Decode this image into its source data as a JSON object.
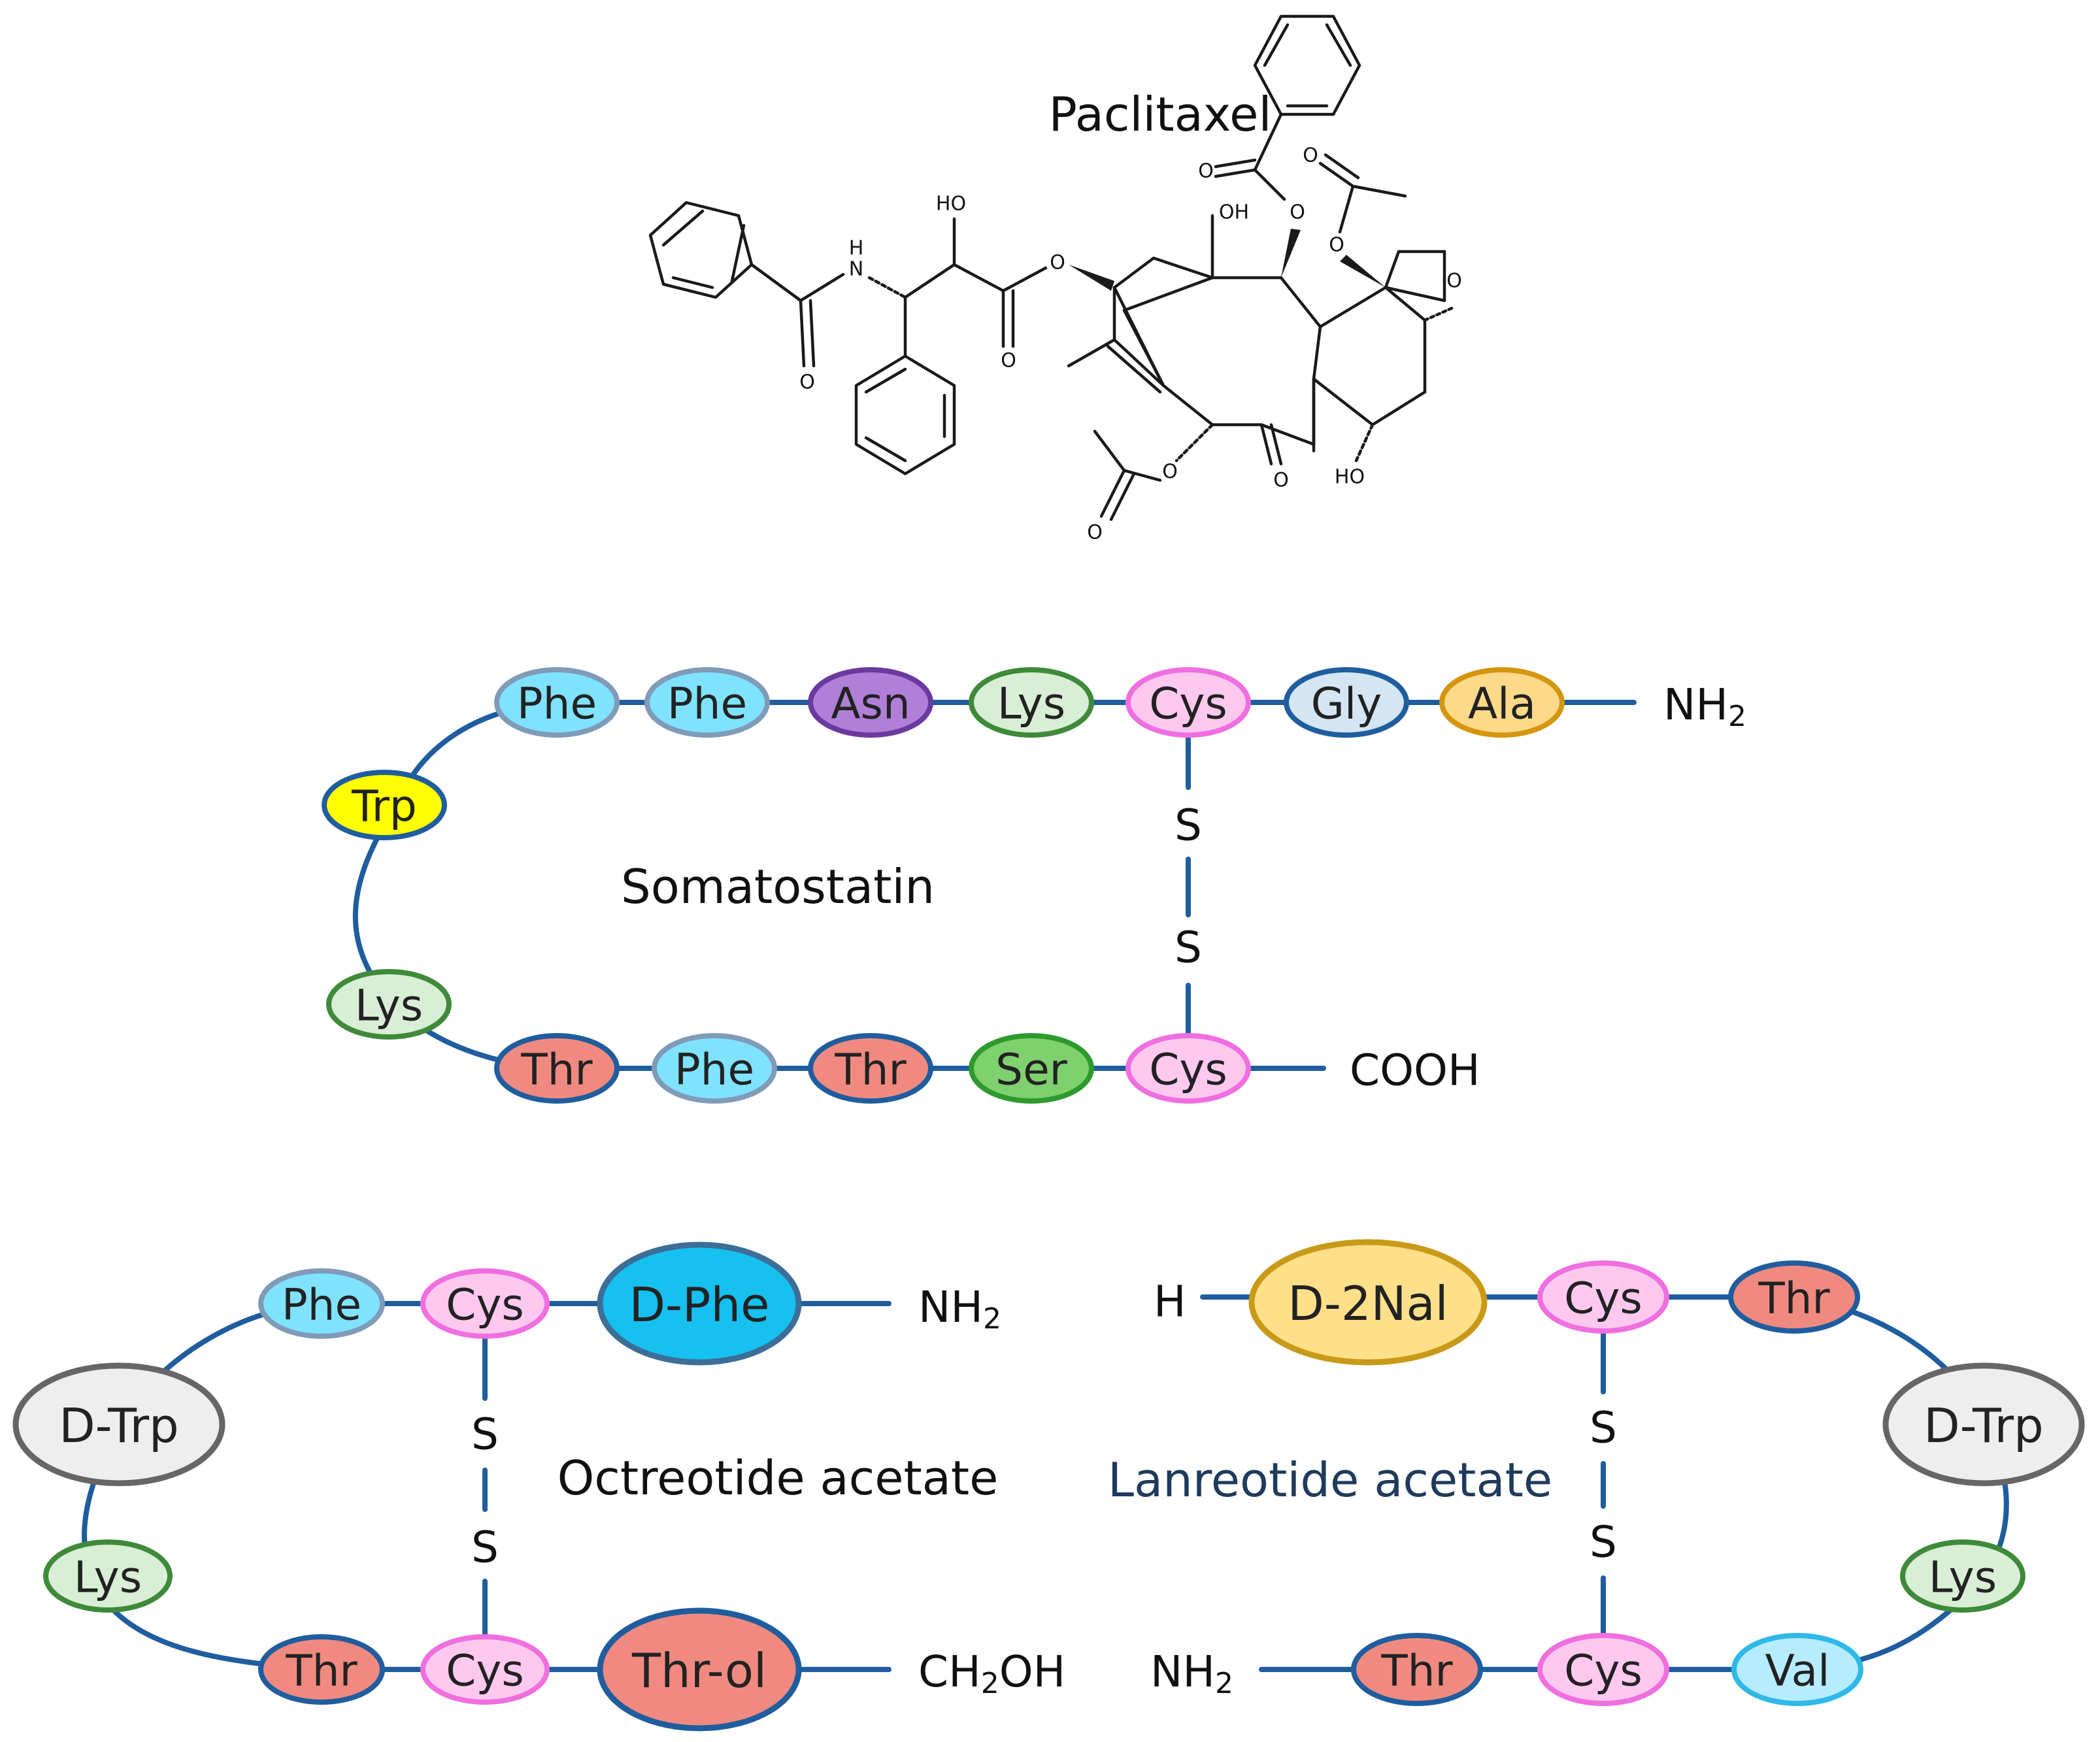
{
  "paclitaxel": {
    "title": "Paclitaxel",
    "atom_labels": {
      "ho_side": "HO",
      "nh": "N",
      "nh_h": "H",
      "oh_top": "OH",
      "ho_bottom": "HO",
      "o_side_ester": "O",
      "o_side_carbonyl": "O",
      "o_amide": "O",
      "o_core_ester": "O",
      "o_benzoate": "O",
      "o_benzoate_carbonyl": "O",
      "o_acetate_top": "O",
      "o_acetate_top_carbonyl": "O",
      "o_oxetane": "O",
      "o_ketone": "O",
      "o_acetate_bottom": "O",
      "o_acetate_bottom_carbonyl": "O"
    }
  },
  "colors": {
    "bond": "#1f5d9e",
    "Phe": {
      "fill": "#7fe3ff",
      "stroke": "#7f9bb8"
    },
    "Asn": {
      "fill": "#b07fd8",
      "stroke": "#6b3aa0"
    },
    "Lys": {
      "fill": "#d8eed5",
      "stroke": "#3f8a3a"
    },
    "Cys": {
      "fill": "#ffc9ef",
      "stroke": "#f06fe0"
    },
    "Gly": {
      "fill": "#d4e6f4",
      "stroke": "#1f5d9e"
    },
    "Ala": {
      "fill": "#ffd98a",
      "stroke": "#d4960f"
    },
    "Trp": {
      "fill": "#ffff00",
      "stroke": "#1f5d9e"
    },
    "Thr": {
      "fill": "#f08a80",
      "stroke": "#1f5d9e"
    },
    "Ser": {
      "fill": "#7fd06f",
      "stroke": "#2e9a2e"
    },
    "D-Phe": {
      "fill": "#16c0ef",
      "stroke": "#3c6e98"
    },
    "D-2Nal": {
      "fill": "#ffe08a",
      "stroke": "#c89a18"
    },
    "Val": {
      "fill": "#b6ecff",
      "stroke": "#2fb8e8"
    }
  },
  "somatostatin": {
    "title": "Somatostatin",
    "top_row": [
      "Phe",
      "Phe",
      "Asn",
      "Lys",
      "Cys",
      "Gly",
      "Ala"
    ],
    "top_terminal": {
      "main": "NH",
      "sub": "2"
    },
    "bottom_row": [
      "Thr",
      "Phe",
      "Thr",
      "Ser",
      "Cys"
    ],
    "bottom_terminal": "COOH",
    "loop": [
      "Trp",
      "Lys"
    ],
    "bridge": [
      "S",
      "S"
    ]
  },
  "octreotide": {
    "title": "Octreotide acetate",
    "top_row": [
      "Phe",
      "Cys",
      "D-Phe"
    ],
    "top_terminal": {
      "main": "NH",
      "sub": "2"
    },
    "bottom_row": [
      "Thr",
      "Cys",
      "Thr-ol"
    ],
    "bottom_terminal": {
      "pre": "CH",
      "sub": "2",
      "post": "OH"
    },
    "loop": [
      "D-Trp",
      "Lys"
    ],
    "bridge": [
      "S",
      "S"
    ]
  },
  "lanreotide": {
    "title": "Lanreotide acetate",
    "top_terminal": "H",
    "top_row": [
      "D-2Nal",
      "Cys",
      "Thr"
    ],
    "bottom_terminal": {
      "main": "NH",
      "sub": "2"
    },
    "bottom_row": [
      "Thr",
      "Cys",
      "Val"
    ],
    "loop": [
      "D-Trp",
      "Lys"
    ],
    "bridge": [
      "S",
      "S"
    ]
  }
}
